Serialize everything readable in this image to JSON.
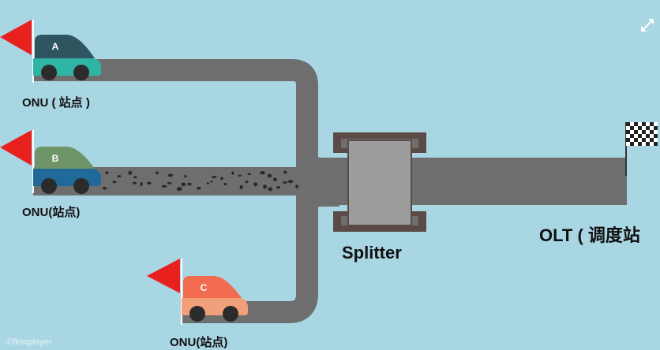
{
  "labels": {
    "splitter": "Splitter",
    "olt": "OLT ( 调度站",
    "onu_a": "ONU ( 站点 )",
    "onu_b": "ONU(站点)",
    "onu_c": "ONU(站点)"
  },
  "cars": {
    "a": {
      "letter": "A",
      "roof_color": "#2e5560",
      "body_color": "#2fb5a3"
    },
    "b": {
      "letter": "B",
      "roof_color": "#6f9468",
      "body_color": "#1f6a98"
    },
    "c": {
      "letter": "C",
      "roof_color": "#f26b4e",
      "body_color": "#f2a079"
    }
  },
  "watermark": "©flowplayer",
  "icons": {
    "fullscreen": "fullscreen-icon",
    "flag": "red-flag-icon",
    "finish": "checkered-flag-icon"
  },
  "colors": {
    "background": "#a9d6e3",
    "road": "#6e6e6e",
    "splitter_core": "#9c9c9c",
    "splitter_frame": "#5b4a45",
    "flag": "#e8211f"
  }
}
